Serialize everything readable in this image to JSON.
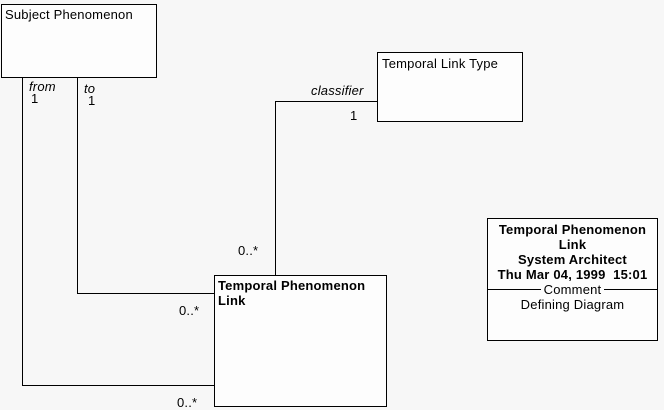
{
  "classes": {
    "subject": {
      "name": "Subject Phenomenon"
    },
    "link_type": {
      "name": "Temporal Link Type"
    },
    "phenomenon_link": {
      "name": "Temporal Phenomenon Link"
    }
  },
  "associations": {
    "from": {
      "role": "from",
      "source_multiplicity": "1",
      "target_multiplicity": "0..*"
    },
    "to": {
      "role": "to",
      "source_multiplicity": "1",
      "target_multiplicity": "0..*"
    },
    "classifier": {
      "role": "classifier",
      "source_multiplicity": "1",
      "target_multiplicity": "0..*"
    }
  },
  "comment": {
    "title": "Temporal Phenomenon Link",
    "author": "System Architect",
    "timestamp": "Thu Mar 04, 1999  15:01",
    "separator_label": "Comment",
    "body": "Defining Diagram"
  },
  "colors": {
    "background": "#f7f7f7",
    "box_fill": "#fdfdfd",
    "line": "#000000"
  }
}
